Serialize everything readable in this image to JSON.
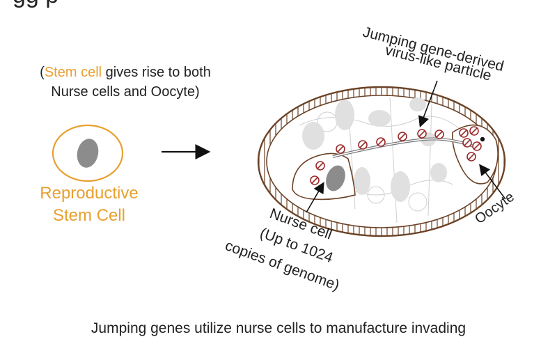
{
  "header": {
    "partial_title": "gg     p"
  },
  "stem_caption": {
    "open_paren": "(",
    "highlight": "Stem cell",
    "rest_line1": " gives rise to both",
    "line2": "Nurse cells and Oocyte)"
  },
  "stem_cell": {
    "label_line1": "Reproductive",
    "label_line2": "Stem Cell"
  },
  "labels": {
    "vlp_line1": "Jumping gene-derived",
    "vlp_line2": "virus-like particle",
    "oocyte": "Oocyte",
    "nurse_line1": "Nurse cell",
    "nurse_line2": "(Up to 1024",
    "nurse_line3": "copies of genome)"
  },
  "footer": {
    "caption": "Jumping genes utilize nurse cells to manufacture invading"
  },
  "colors": {
    "accent": "#e8a030",
    "chamber_outline": "#6b4226",
    "nucleus": "#8c8c8c",
    "vlp": "#9b2b2b",
    "text": "#222222"
  }
}
